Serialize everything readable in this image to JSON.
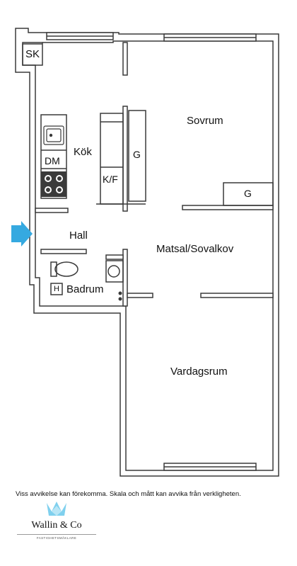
{
  "rooms": {
    "sk": "SK",
    "kok": "Kök",
    "dm": "DM",
    "g_kitchen": "G",
    "kf": "K/F",
    "sovrum": "Sovrum",
    "g_bedroom": "G",
    "hall": "Hall",
    "matsal": "Matsal/Sovalkov",
    "badrum": "Badrum",
    "h": "H",
    "vardagsrum": "Vardagsrum"
  },
  "footer": {
    "disclaimer": "Viss avvikelse kan förekomma. Skala och mått kan avvika från verkligheten.",
    "brand_name": "Wallin & Co",
    "brand_tagline": "FASTIGHETSMÄKLARE"
  },
  "colors": {
    "wall": "#3a3a3a",
    "wall_fill": "#ffffff",
    "entry_arrow": "#35a9e0",
    "logo": "#7fd0ee"
  }
}
